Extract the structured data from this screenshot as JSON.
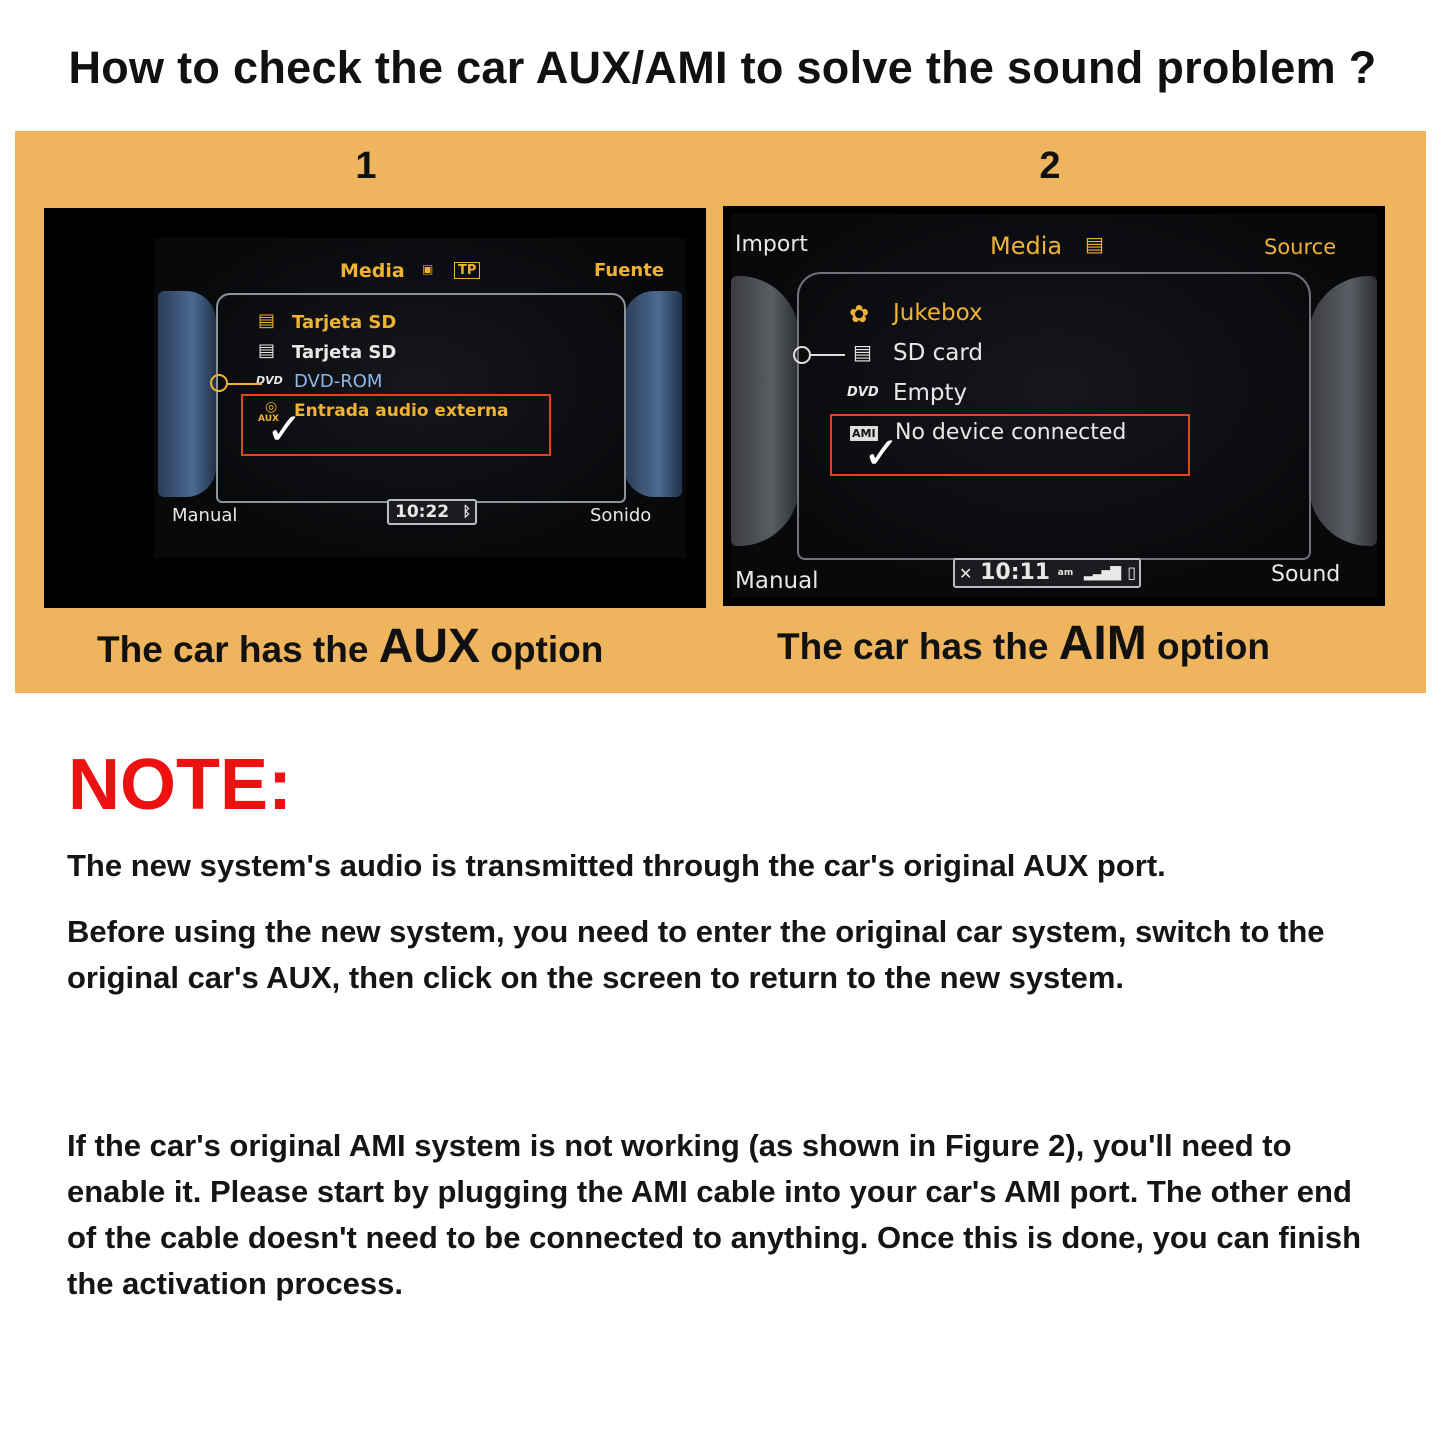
{
  "title": "How to check the car AUX/AMI to solve the sound problem ?",
  "panel": {
    "figure1": {
      "number": "1",
      "screen": {
        "header": "Media",
        "tp_badge": "TP",
        "right_top": "Fuente",
        "items": [
          "Tarjeta SD",
          "Tarjeta SD",
          "DVD-ROM",
          "Entrada audio externa"
        ],
        "aux_icon_text": "AUX",
        "bottom_left": "Manual",
        "time": "10:22",
        "bottom_right": "Sonido"
      },
      "caption_pre": "The car has the",
      "caption_key": "AUX",
      "caption_post": "option"
    },
    "figure2": {
      "number": "2",
      "screen": {
        "top_left": "Import",
        "header": "Media",
        "right_top": "Source",
        "items": [
          "Jukebox",
          "SD card",
          "Empty",
          "No device connected"
        ],
        "ami_icon_text": "AMI",
        "bottom_left": "Manual",
        "time": "10:11",
        "time_suffix": "am",
        "bottom_right": "Sound"
      },
      "caption_pre": "The car has the",
      "caption_key": "AIM",
      "caption_post": "option"
    }
  },
  "note": {
    "heading": "NOTE:",
    "paragraphs": [
      "The new system's audio is transmitted through the car's original AUX port.",
      "Before using the new system, you need to enter the original car system, switch to the original car's AUX, then click on the screen to return to the new system.",
      "If the car's original AMI system is not working (as shown in Figure 2), you'll need to enable it. Please start by plugging the AMI cable into your car's AMI port. The other end of the cable doesn't need to be connected to anything. Once this is done, you can finish the activation process."
    ]
  },
  "colors": {
    "panel_bg": "#efb55e",
    "note_red": "#ee1111",
    "highlight_box": "#e0451f",
    "screen_orange": "#f0b233"
  }
}
